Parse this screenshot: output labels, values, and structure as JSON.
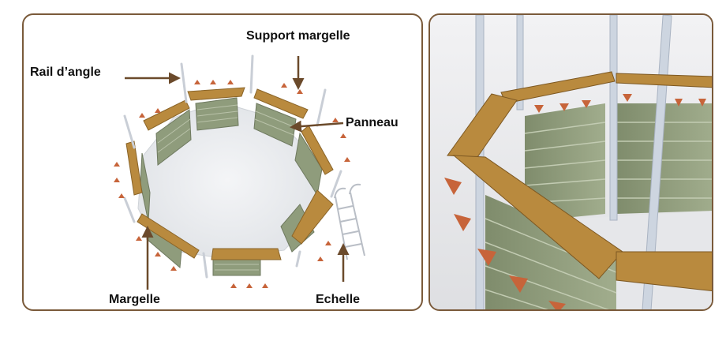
{
  "labels": {
    "rail_angle": "Rail d’angle",
    "support_margelle": "Support margelle",
    "panneau": "Panneau",
    "margelle": "Margelle",
    "echelle": "Echelle"
  },
  "colors": {
    "border": "#7a5a3a",
    "wood": "#b98a3e",
    "arrow": "#6b4a2b",
    "panel_green": "#8f9c7c",
    "post": "#c9ced6"
  }
}
